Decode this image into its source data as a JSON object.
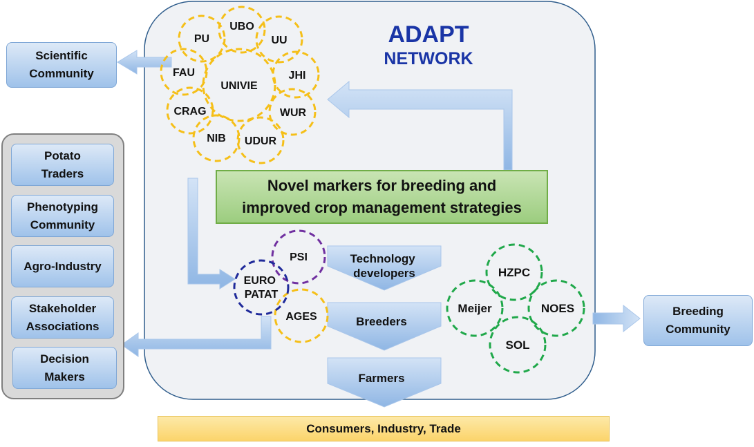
{
  "network": {
    "title": "ADAPT",
    "subtitle": "NETWORK"
  },
  "scientific_community": "Scientific\nCommunity",
  "breeding_community": "Breeding\nCommunity",
  "stakeholders": [
    "Potato\nTraders",
    "Phenotyping\nCommunity",
    "Agro-Industry",
    "Stakeholder\nAssociations",
    "Decision\nMakers"
  ],
  "research_partners": {
    "center": "UNIVIE",
    "members": [
      "UBO",
      "PU",
      "UU",
      "FAU",
      "JHI",
      "CRAG",
      "WUR",
      "NIB",
      "UDUR"
    ]
  },
  "novel_markers": "Novel markers for breeding and\nimproved crop management strategies",
  "partners_mid": {
    "psi": "PSI",
    "europatat": "EURO\nPATAT",
    "ages": "AGES"
  },
  "chain": [
    "Technology\ndevelopers",
    "Breeders",
    "Farmers"
  ],
  "breeders": [
    "HZPC",
    "Meijer",
    "NOES",
    "SOL"
  ],
  "consumers": "Consumers, Industry, Trade",
  "colors": {
    "network_bg": "#f0f2f5",
    "gold_dash": "#f5bf18",
    "purple_dash": "#7030a0",
    "navy_dash": "#1f2a9a",
    "green_dash": "#20a84a",
    "arrow_blue": "#9fc2ea",
    "title_blue": "#1a35a6"
  }
}
